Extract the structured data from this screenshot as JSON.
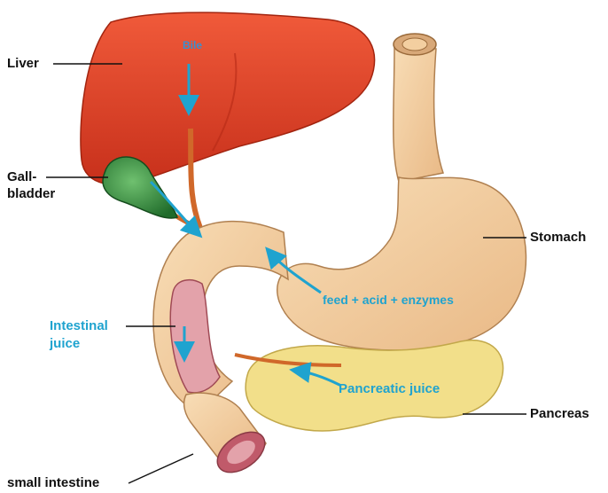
{
  "labels": {
    "liver": "Liver",
    "gallbladder_line1": "Gall-",
    "gallbladder_line2": "bladder",
    "stomach": "Stomach",
    "intestinal_juice_line1": "Intestinal",
    "intestinal_juice_line2": "juice",
    "pancreas": "Pancreas",
    "small_intestine": "small intestine"
  },
  "flows": {
    "bile": "Bile",
    "stomach_contents": "feed + acid + enzymes",
    "pancreatic_juice": "Pancreatic juice"
  },
  "colors": {
    "liver": "#e8452a",
    "gallbladder": "#2e8a3a",
    "stomach": "#f3cfa0",
    "pancreas": "#f2df8a",
    "intestine_lumen": "#e3a2aa",
    "flow_arrow": "#1fa3cf",
    "duct": "#d0682a"
  }
}
